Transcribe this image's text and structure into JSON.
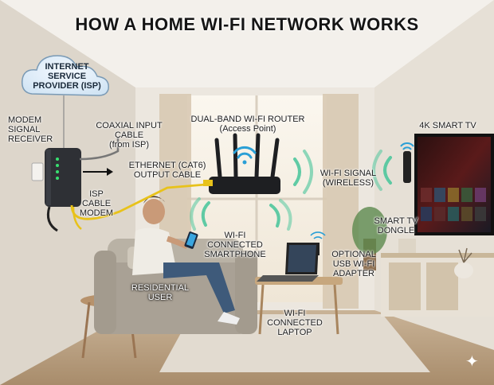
{
  "title": "HOW A HOME WI-FI NETWORK WORKS",
  "labels": {
    "isp": "INTERNET\nSERVICE\nPROVIDER (ISP)",
    "modem_receiver": "MODEM\nSIGNAL\nRECEIVER",
    "coax_cable": "COAXIAL INPUT CABLE\n(from ISP)",
    "router": "DUAL-BAND WI-FI ROUTER\n(Access Point)",
    "ethernet": "ETHERNET (CAT6)\nOUTPUT CABLE",
    "cable_modem": "ISP\nCABLE\nMODEM",
    "wifi_signal": "WI-FI SIGNAL\n(WIRELESS)",
    "smart_tv": "4K SMART TV",
    "tv_dongle": "SMART TV\nDONGLE",
    "smartphone": "WI-FI\nCONNECTED\nSMARTPHONE",
    "usb_adapter": "OPTIONAL\nUSB WI-FI\nADAPTER",
    "user": "RESIDENTIAL\nUSER",
    "laptop": "WI-FI\nCONNECTED\nLAPTOP"
  },
  "colors": {
    "wifi_blue": "#2a9fd6",
    "wifi_green": "#46c59a",
    "ethernet_yellow": "#e8c21a",
    "wall": "#ebe6de",
    "floor": "#bfa88a"
  },
  "icons": [
    "wifi-icon",
    "cloud-icon",
    "arrow-right-icon",
    "sparkle-icon"
  ]
}
